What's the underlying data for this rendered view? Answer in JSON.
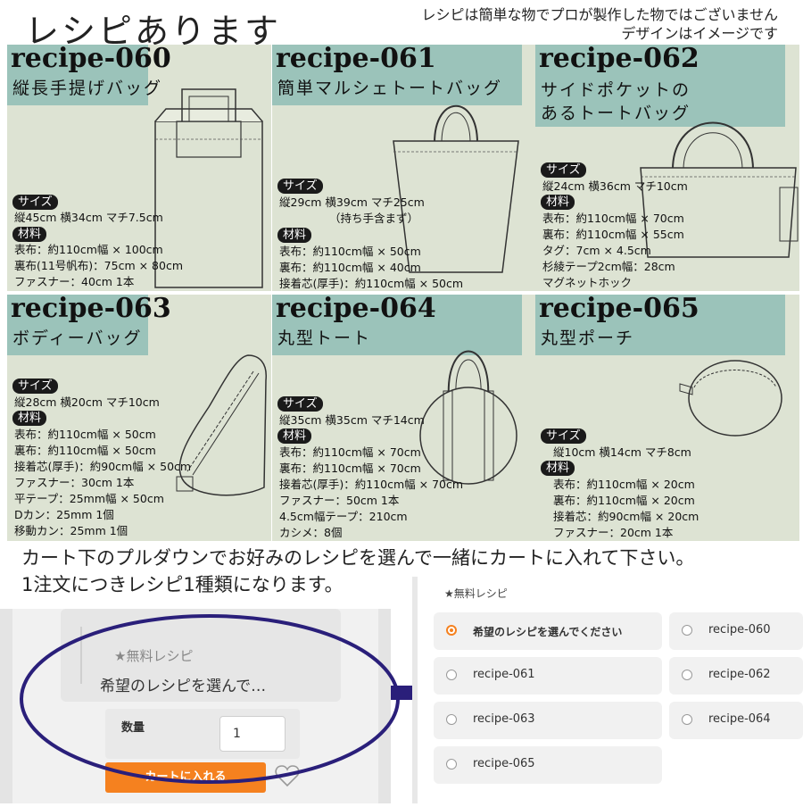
{
  "header": {
    "title": "レシピあります",
    "disclaimer_line1": "レシピは簡単な物でプロが製作した物ではございません",
    "disclaimer_line2": "デザインはイメージです"
  },
  "cards": [
    {
      "id": "recipe-060",
      "name_line1": "縦長手提げバッグ",
      "name_line2": "",
      "size_label": "サイズ",
      "size_lines": [
        "縦45cm 横34cm マチ7.5cm"
      ],
      "materials_label": "材料",
      "materials": [
        "表布：約110cm幅 × 100cm",
        "裏布(11号帆布)：75cm × 80cm",
        "ファスナー：40cm 1本"
      ],
      "icon": "tall-tote-bag-icon"
    },
    {
      "id": "recipe-061",
      "name_line1": "簡単マルシェトートバッグ",
      "name_line2": "",
      "size_label": "サイズ",
      "size_lines": [
        "縦29cm 横39cm マチ25cm",
        "（持ち手含まず）"
      ],
      "materials_label": "材料",
      "materials": [
        "表布：約110cm幅 × 50cm",
        "裏布：約110cm幅 × 40cm",
        "接着芯(厚手)：約110cm幅 × 50cm"
      ],
      "icon": "marche-tote-bag-icon"
    },
    {
      "id": "recipe-062",
      "name_line1": "サイドポケットの",
      "name_line2": "あるトートバッグ",
      "size_label": "サイズ",
      "size_lines": [
        "縦24cm 横36cm マチ10cm"
      ],
      "materials_label": "材料",
      "materials": [
        "表布：約110cm幅 × 70cm",
        "裏布：約110cm幅 × 55cm",
        "タグ：7cm × 4.5cm",
        "杉綾テープ2cm幅：28cm",
        "マグネットホック"
      ],
      "icon": "side-pocket-tote-icon"
    },
    {
      "id": "recipe-063",
      "name_line1": "ボディーバッグ",
      "name_line2": "",
      "size_label": "サイズ",
      "size_lines": [
        "縦28cm 横20cm マチ10cm"
      ],
      "materials_label": "材料",
      "materials": [
        "表布：約110cm幅 × 50cm",
        "裏布：約110cm幅 × 50cm",
        "接着芯(厚手)：約90cm幅 × 50cm",
        "ファスナー：30cm 1本",
        "平テープ：25mm幅 × 50cm",
        "Dカン：25mm 1個",
        "移動カン：25mm 1個"
      ],
      "icon": "body-bag-icon"
    },
    {
      "id": "recipe-064",
      "name_line1": "丸型トート",
      "name_line2": "",
      "size_label": "サイズ",
      "size_lines": [
        "縦35cm 横35cm マチ14cm"
      ],
      "materials_label": "材料",
      "materials": [
        "表布：約110cm幅 × 70cm",
        "裏布：約110cm幅 × 70cm",
        "接着芯(厚手)：約110cm幅 × 70cm",
        "ファスナー：50cm 1本",
        "4.5cm幅テープ：210cm",
        "カシメ：8個"
      ],
      "icon": "round-tote-icon"
    },
    {
      "id": "recipe-065",
      "name_line1": "丸型ポーチ",
      "name_line2": "",
      "size_label": "サイズ",
      "size_lines": [
        "縦10cm 横14cm マチ8cm"
      ],
      "materials_label": "材料",
      "materials": [
        "表布：約110cm幅 × 20cm",
        "裏布：約110cm幅 × 20cm",
        "接着芯：約90cm幅 × 20cm",
        "ファスナー：20cm 1本"
      ],
      "icon": "round-pouch-icon"
    }
  ],
  "instructions": {
    "line1": "カート下のプルダウンでお好みのレシピを選んで一緒にカートに入れて下さい。",
    "line2": "1注文につきレシピ1種類になります。"
  },
  "cart_panel": {
    "select_title": "★無料レシピ",
    "select_value": "希望のレシピを選んで…",
    "quantity_label": "数量",
    "quantity_value": "1",
    "cart_button": "カートに入れる"
  },
  "options_panel": {
    "label": "★無料レシピ",
    "options": [
      {
        "label": "希望のレシピを選んでください",
        "selected": true
      },
      {
        "label": "recipe-060",
        "selected": false
      },
      {
        "label": "recipe-061",
        "selected": false
      },
      {
        "label": "recipe-062",
        "selected": false
      },
      {
        "label": "recipe-063",
        "selected": false
      },
      {
        "label": "recipe-064",
        "selected": false
      },
      {
        "label": "recipe-065",
        "selected": false
      }
    ]
  },
  "colors": {
    "card_bg": "#dde3d3",
    "band": "#9bc3ba",
    "accent_orange": "#f5811f",
    "ellipse": "#2a1f7a",
    "arrow": "#2a1f7a"
  }
}
